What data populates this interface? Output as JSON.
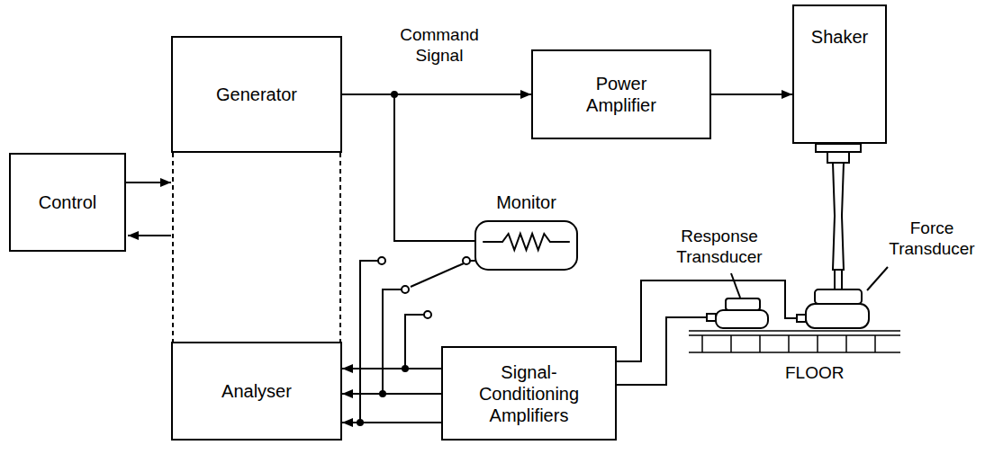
{
  "diagram": {
    "nodes": [
      {
        "text": [
          "Generator"
        ]
      },
      {
        "text": [
          "Power Amplifier"
        ]
      },
      {
        "text": [
          "Shaker"
        ]
      },
      {
        "text": [
          "Control"
        ]
      },
      {
        "text": [
          "Monitor"
        ]
      },
      {
        "text": [
          "Analyser"
        ]
      },
      {
        "text": [
          "Signal-Conditioning Amplifiers"
        ]
      }
    ],
    "edges": [
      {
        "from": 0,
        "to": 1,
        "arrow": "to",
        "label": "Command Signal"
      },
      {
        "from": 1,
        "to": 2,
        "arrow": "to"
      },
      {
        "from": 0,
        "to": 4,
        "arrow": "none"
      },
      {
        "from": 6,
        "to": 5,
        "arrow": "to"
      },
      {
        "from": 6,
        "to": 5,
        "arrow": "to"
      },
      {
        "from": 6,
        "to": 5,
        "arrow": "to"
      }
    ],
    "labels": [
      "Response Transducer",
      "Force Transducer",
      "FLOOR"
    ]
  }
}
